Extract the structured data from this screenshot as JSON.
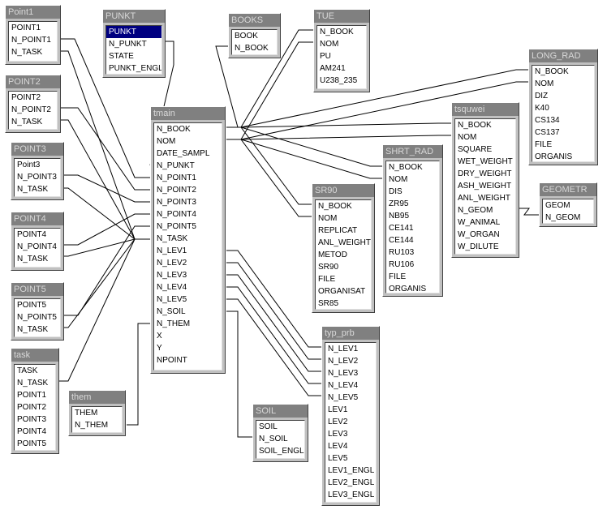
{
  "tables": [
    {
      "id": "point1",
      "caption": "Point1",
      "fields": [
        "POINT1",
        "N_POINT1",
        "N_TASK"
      ]
    },
    {
      "id": "punkt",
      "caption": "PUNKT",
      "fields": [
        "PUNKT",
        "N_PUNKT",
        "STATE",
        "PUNKT_ENGL"
      ],
      "selected_field": "PUNKT"
    },
    {
      "id": "books",
      "caption": "BOOKS",
      "fields": [
        "BOOK",
        "N_BOOK"
      ]
    },
    {
      "id": "tue",
      "caption": "TUE",
      "fields": [
        "N_BOOK",
        "NOM",
        "PU",
        "AM241",
        "U238_235"
      ]
    },
    {
      "id": "long_rad",
      "caption": "LONG_RAD",
      "fields": [
        "N_BOOK",
        "NOM",
        "DIZ",
        "K40",
        "CS134",
        "CS137",
        "FILE",
        "ORGANIS"
      ]
    },
    {
      "id": "point2",
      "caption": "POINT2",
      "fields": [
        "POINT2",
        "N_POINT2",
        "N_TASK"
      ]
    },
    {
      "id": "tmain",
      "caption": "tmain",
      "fields": [
        "N_BOOK",
        "NOM",
        "DATE_SAMPL",
        "N_PUNKT",
        "N_POINT1",
        "N_POINT2",
        "N_POINT3",
        "N_POINT4",
        "N_POINT5",
        "N_TASK",
        "N_LEV1",
        "N_LEV2",
        "N_LEV3",
        "N_LEV4",
        "N_LEV5",
        "N_SOIL",
        "N_THEM",
        "X",
        "Y",
        "NPOINT"
      ]
    },
    {
      "id": "tsquwei",
      "caption": "tsquwei",
      "fields": [
        "N_BOOK",
        "NOM",
        "SQUARE",
        "WET_WEIGHT",
        "DRY_WEIGHT",
        "ASH_WEIGHT",
        "ANL_WEIGHT",
        "N_GEOM",
        "W_ANIMAL",
        "W_ORGAN",
        "W_DILUTE"
      ]
    },
    {
      "id": "point3",
      "caption": "POINT3",
      "fields": [
        "Point3",
        "N_POINT3",
        "N_TASK"
      ]
    },
    {
      "id": "shrt_rad",
      "caption": "SHRT_RAD",
      "fields": [
        "N_BOOK",
        "NOM",
        "DIS",
        "ZR95",
        "NB95",
        "CE141",
        "CE144",
        "RU103",
        "RU106",
        "FILE",
        "ORGANIS"
      ]
    },
    {
      "id": "sr90",
      "caption": "SR90",
      "fields": [
        "N_BOOK",
        "NOM",
        "REPLICAT",
        "ANL_WEIGHT",
        "METOD",
        "SR90",
        "FILE",
        "ORGANISAT",
        "SR85"
      ]
    },
    {
      "id": "geometr",
      "caption": "GEOMETR",
      "fields": [
        "GEOM",
        "N_GEOM"
      ]
    },
    {
      "id": "point4",
      "caption": "POINT4",
      "fields": [
        "POINT4",
        "N_POINT4",
        "N_TASK"
      ]
    },
    {
      "id": "point5",
      "caption": "POINT5",
      "fields": [
        "POINT5",
        "N_POINT5",
        "N_TASK"
      ]
    },
    {
      "id": "typ_prb",
      "caption": "typ_prb",
      "fields": [
        "N_LEV1",
        "N_LEV2",
        "N_LEV3",
        "N_LEV4",
        "N_LEV5",
        "LEV1",
        "LEV2",
        "LEV3",
        "LEV4",
        "LEV5",
        "LEV1_ENGL",
        "LEV2_ENGL",
        "LEV3_ENGL"
      ]
    },
    {
      "id": "task",
      "caption": "task",
      "fields": [
        "TASK",
        "N_TASK",
        "POINT1",
        "POINT2",
        "POINT3",
        "POINT4",
        "POINT5"
      ]
    },
    {
      "id": "them",
      "caption": "them",
      "fields": [
        "THEM",
        "N_THEM"
      ]
    },
    {
      "id": "soil",
      "caption": "SOIL",
      "fields": [
        "SOIL",
        "N_SOIL",
        "SOIL_ENGL"
      ]
    }
  ]
}
